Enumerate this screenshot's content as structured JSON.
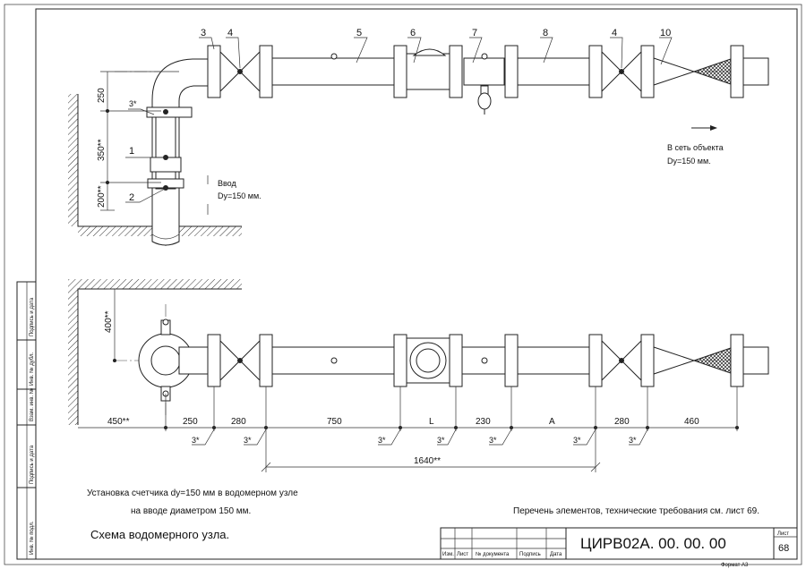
{
  "callouts": [
    "1",
    "2",
    "3",
    "4",
    "5",
    "6",
    "7",
    "8",
    "4",
    "10",
    "3*"
  ],
  "top_view": {
    "input_label": "Ввод",
    "input_diam": "Dy=150 мм.",
    "output_label": "В сеть объекта",
    "output_diam": "Dy=150 мм.",
    "dims_vertical": [
      "250",
      "350**",
      "200**"
    ]
  },
  "plan_view": {
    "dim_vertical": "400**",
    "dims_horizontal": [
      "450**",
      "250",
      "280",
      "750",
      "L",
      "230",
      "A",
      "280",
      "460"
    ],
    "dim_total": "1640**",
    "weld_marks": [
      "3*",
      "3*",
      "3*",
      "3*",
      "3*",
      "3*",
      "3*"
    ]
  },
  "notes": {
    "caption_line1": "Установка счетчика dy=150 мм в водомерном узле",
    "caption_line2": "на вводе диаметром 150 мм.",
    "reference": "Перечень элементов, технические требования см. лист 69.",
    "scheme_title": "Схема водомерного узла."
  },
  "side_stamp": [
    "Подпись и дата",
    "Инв. № дубл.",
    "Взам. инв. №",
    "Подпись и дата",
    "Инв. № подл."
  ],
  "title_block": {
    "columns": [
      "Изм.",
      "Лист",
      "№ документа",
      "Подпись",
      "Дата"
    ],
    "code": "ЦИРВ02А. 00. 00. 00",
    "sheet_label": "Лист",
    "sheet_number": "68",
    "format": "Формат А3"
  }
}
